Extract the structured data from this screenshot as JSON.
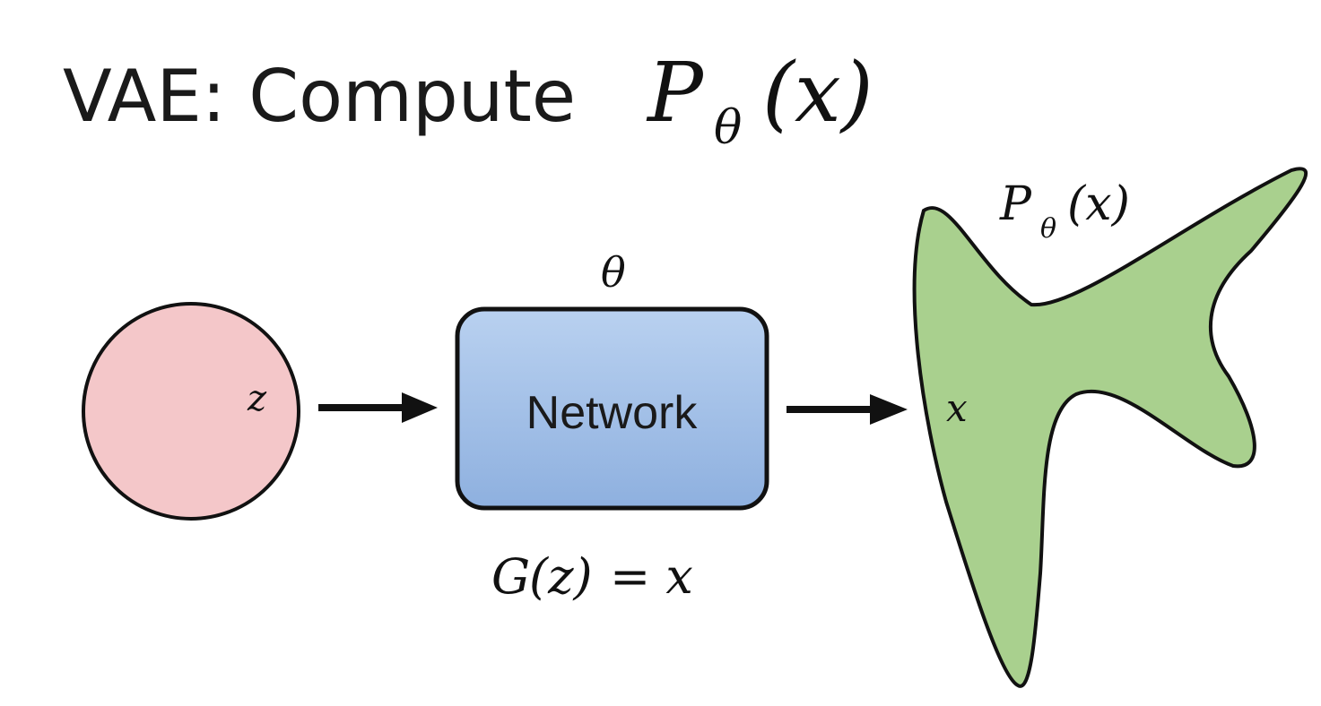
{
  "title": {
    "text": "VAE: Compute",
    "math_letter": "P",
    "math_sub": "θ",
    "math_arg": "(x)"
  },
  "latent": {
    "label": "z"
  },
  "network": {
    "label": "Network",
    "param_label": "θ",
    "eq_g": "G",
    "eq_z": "(z)",
    "eq_rest": "= x"
  },
  "distribution": {
    "label_letter": "P",
    "label_sub": "θ",
    "label_arg": "(x)",
    "point_label": "x"
  },
  "colors": {
    "latent_fill": "#f4c7c9",
    "network_fill_top": "#b7cfee",
    "network_fill_bottom": "#8fb1e0",
    "distribution_fill": "#a9d08e",
    "stroke": "#111111"
  }
}
